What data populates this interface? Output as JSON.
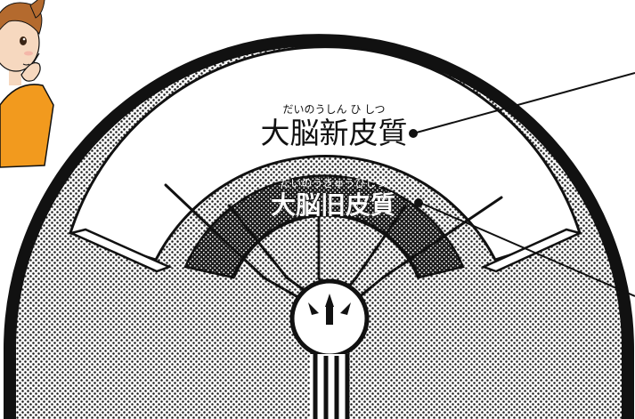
{
  "labels": {
    "neocortex": {
      "kanji": "大脳新皮質",
      "ruby": "だいのうしん ひ しつ"
    },
    "paleocortex": {
      "kanji": "大脳旧皮質",
      "ruby": "だいのうきゅうひしつ"
    }
  },
  "colors": {
    "ink": "#111111",
    "paper": "#ffffff",
    "stipple_light": "#8a8a8a",
    "stipple_dark": "#2a2a2a",
    "skin": "#f6d8bf",
    "hair": "#b46a2e",
    "shirt": "#f29a1e"
  },
  "icons": {
    "character": "girl-thinking-icon"
  }
}
